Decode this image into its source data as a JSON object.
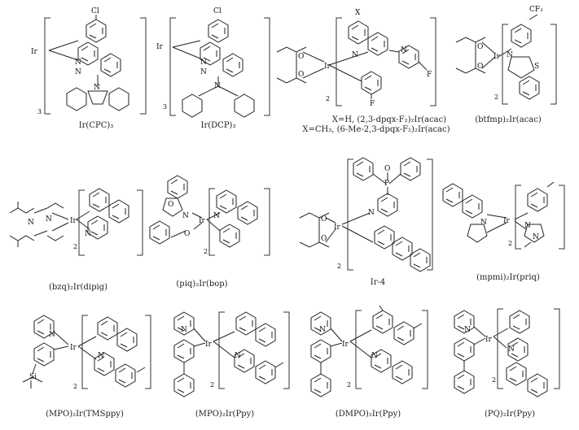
{
  "compounds": [
    {
      "id": "c1",
      "label": "Ir(CPC)₃",
      "bracket_n": "3",
      "atoms": [
        "Cl",
        "Ir",
        "N",
        "N",
        "N"
      ]
    },
    {
      "id": "c2",
      "label": "Ir(DCP)₃",
      "bracket_n": "3",
      "atoms": [
        "Cl",
        "Ir",
        "N",
        "N",
        "N"
      ]
    },
    {
      "id": "c3",
      "label": "X=H, (2,3-dpqx-F₂)₂Ir(acac)",
      "label2": "X=CH₃, (6-Me-2,3-dpqx-F₂)₂Ir(acac)",
      "bracket_n": "2",
      "atoms": [
        "X",
        "O",
        "O",
        "Ir",
        "N",
        "N",
        "F",
        "F"
      ]
    },
    {
      "id": "c4",
      "label": "(btfmp)₂Ir(acac)",
      "bracket_n": "2",
      "atoms": [
        "CF₃",
        "O",
        "O",
        "Ir",
        "N",
        "S"
      ]
    },
    {
      "id": "c5",
      "label": "(bzq)₂Ir(dipig)",
      "bracket_n": "2",
      "atoms": [
        "N",
        "N",
        "Ir",
        "N"
      ]
    },
    {
      "id": "c6",
      "label": "(piq)₂Ir(bop)",
      "bracket_n": "2",
      "atoms": [
        "O",
        "N",
        "Ir",
        "O",
        "N"
      ]
    },
    {
      "id": "c7",
      "label": "Ir-4",
      "bracket_n": "2",
      "atoms": [
        "P",
        "O",
        "O",
        "O",
        "Ir",
        "N"
      ]
    },
    {
      "id": "c8",
      "label": "(mpmi)₂Ir(priq)",
      "bracket_n": "2",
      "atoms": [
        "N",
        "Ir",
        "N",
        "N"
      ]
    },
    {
      "id": "c9",
      "label": "(MPO)₂Ir(TMSppy)",
      "bracket_n": "2",
      "atoms": [
        "N",
        "Ir",
        "N",
        "Si"
      ]
    },
    {
      "id": "c10",
      "label": "(MPO)₂Ir(Ppy)",
      "bracket_n": "2",
      "atoms": [
        "N",
        "Ir",
        "N"
      ]
    },
    {
      "id": "c11",
      "label": "(DMPO)₂Ir(Ppy)",
      "bracket_n": "2",
      "atoms": [
        "N",
        "Ir",
        "N"
      ]
    },
    {
      "id": "c12",
      "label": "(PQ)₂Ir(Ppy)",
      "bracket_n": "2",
      "atoms": [
        "N",
        "Ir",
        "N"
      ]
    }
  ]
}
